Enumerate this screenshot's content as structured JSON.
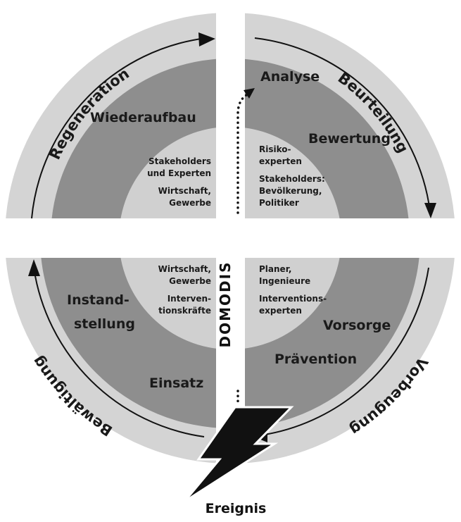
{
  "colors": {
    "outer_ring": "#d4d4d4",
    "middle_ring": "#8e8e8e",
    "inner_disc": "#d0d0d0",
    "background": "#ffffff",
    "ink": "#111111"
  },
  "outer_phases": {
    "top_left": "Regeneration",
    "top_right": "Beurteilung",
    "bottom_right": "Vorbeugung",
    "bottom_left": "Bewältigung"
  },
  "middle_labels": {
    "analyse": "Analyse",
    "bewertung": "Bewertung",
    "wiederaufbau": "Wiederaufbau",
    "instand_line1": "Instand-",
    "instand_line2": "stellung",
    "einsatz": "Einsatz",
    "vorsorge": "Vorsorge",
    "praevention": "Prävention"
  },
  "inner_top_left": [
    "Stakeholders",
    "und Experten",
    "Wirtschaft,",
    "Gewerbe"
  ],
  "inner_top_right": [
    "Risiko-",
    "experten",
    "Stakeholders:",
    "Bevölkerung,",
    "Politiker"
  ],
  "inner_bottom_left": [
    "Wirtschaft,",
    "Gewerbe",
    "Interven-",
    "tionskräfte"
  ],
  "inner_bottom_right": [
    "Planer,",
    "Ingenieure",
    "Interventions-",
    "experten"
  ],
  "center_axis_label": "DOMODIS",
  "event_label": "Ereignis",
  "icons": [
    "lightning-bolt-icon",
    "arrow-right-icon",
    "arrow-down-icon",
    "arrow-left-icon",
    "arrow-up-icon"
  ]
}
